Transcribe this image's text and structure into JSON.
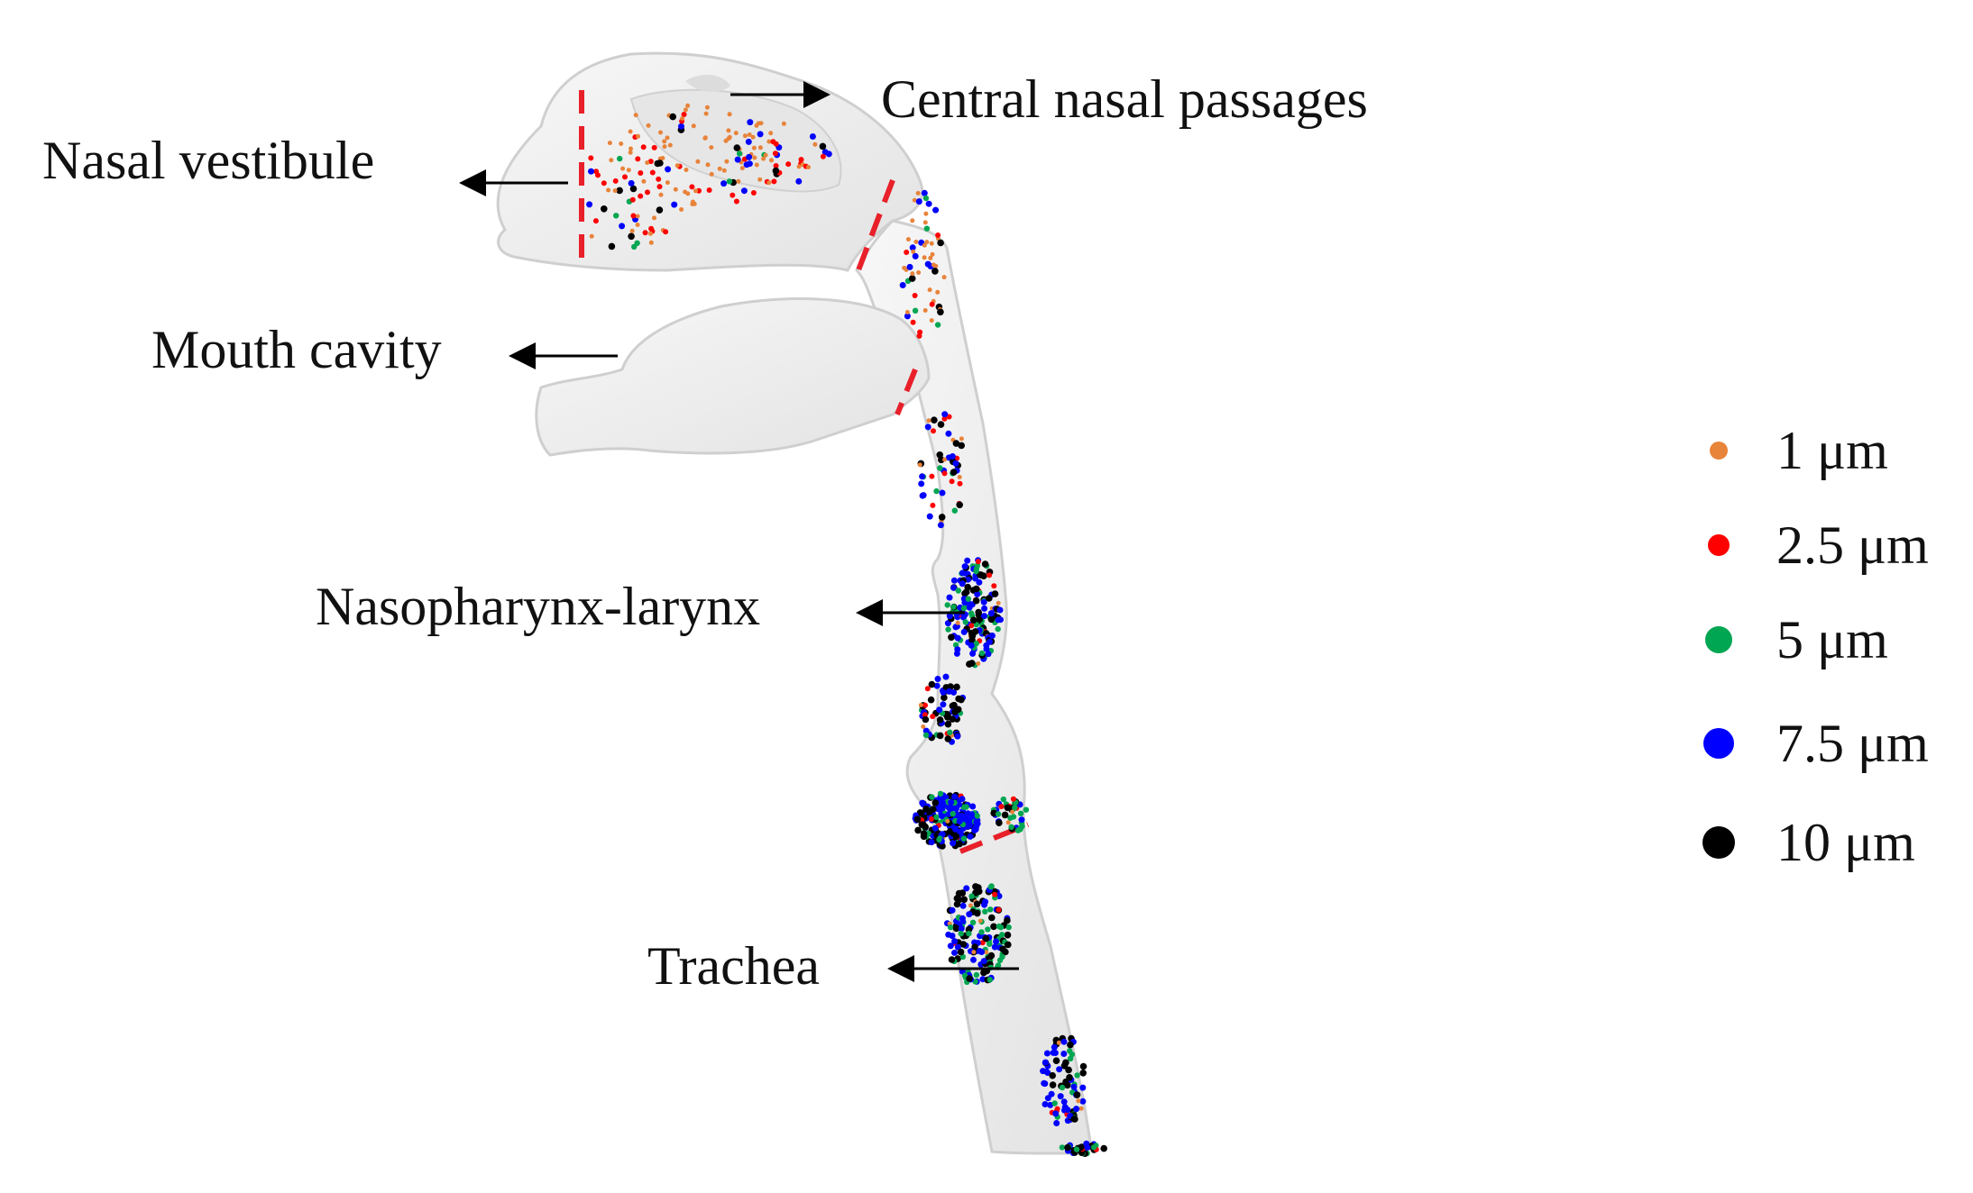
{
  "regions": {
    "central_nasal_passages": "Central nasal passages",
    "nasal_vestibule": "Nasal vestibule",
    "mouth_cavity": "Mouth cavity",
    "nasopharynx_larynx": "Nasopharynx-larynx",
    "trachea": "Trachea"
  },
  "legend": [
    {
      "label": "1 μm",
      "color": "#E8833A"
    },
    {
      "label": "2.5 μm",
      "color": "#FF0000"
    },
    {
      "label": "5 μm",
      "color": "#00A651"
    },
    {
      "label": "7.5 μm",
      "color": "#0000FF"
    },
    {
      "label": "10 μm",
      "color": "#000000"
    }
  ],
  "colors": {
    "airway": "#f0f0f0",
    "airway_outline": "#c8c8c8",
    "boundary": "#e8202a",
    "arrow": "#000000"
  }
}
